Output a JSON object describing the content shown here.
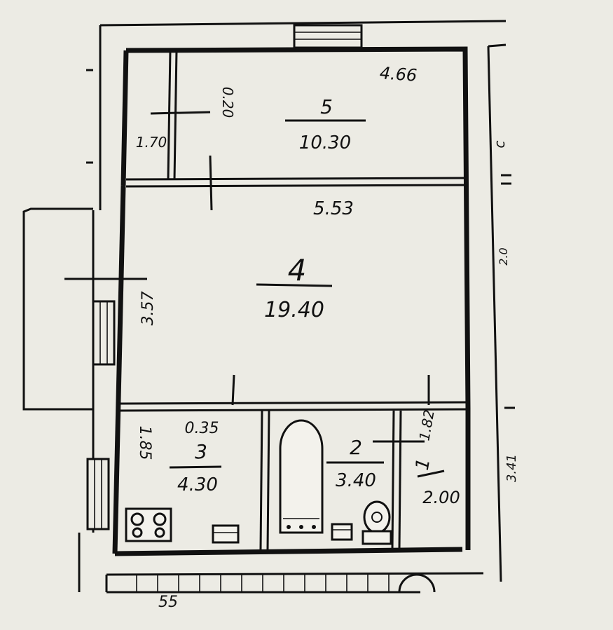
{
  "rooms": [
    {
      "id": "room-1",
      "number": "1",
      "area": "2.00"
    },
    {
      "id": "room-2",
      "number": "2",
      "area": "3.40"
    },
    {
      "id": "room-3",
      "number": "3",
      "area": "4.30"
    },
    {
      "id": "room-4",
      "number": "4",
      "area": "19.40"
    },
    {
      "id": "room-5",
      "number": "5",
      "area": "10.30"
    }
  ],
  "dimensions": {
    "d_466": "4.66",
    "d_020": "0.20",
    "d_170": "1.70",
    "d_553": "5.53",
    "d_357": "3.57",
    "d_035": "0.35",
    "d_185": "1.85",
    "d_182": "1.82",
    "d_341": "3.41",
    "d_20": "2.0",
    "d_c": "c",
    "d_bottom": "55"
  },
  "colors": {
    "paper": "#ecebe4",
    "ink": "#111111"
  }
}
